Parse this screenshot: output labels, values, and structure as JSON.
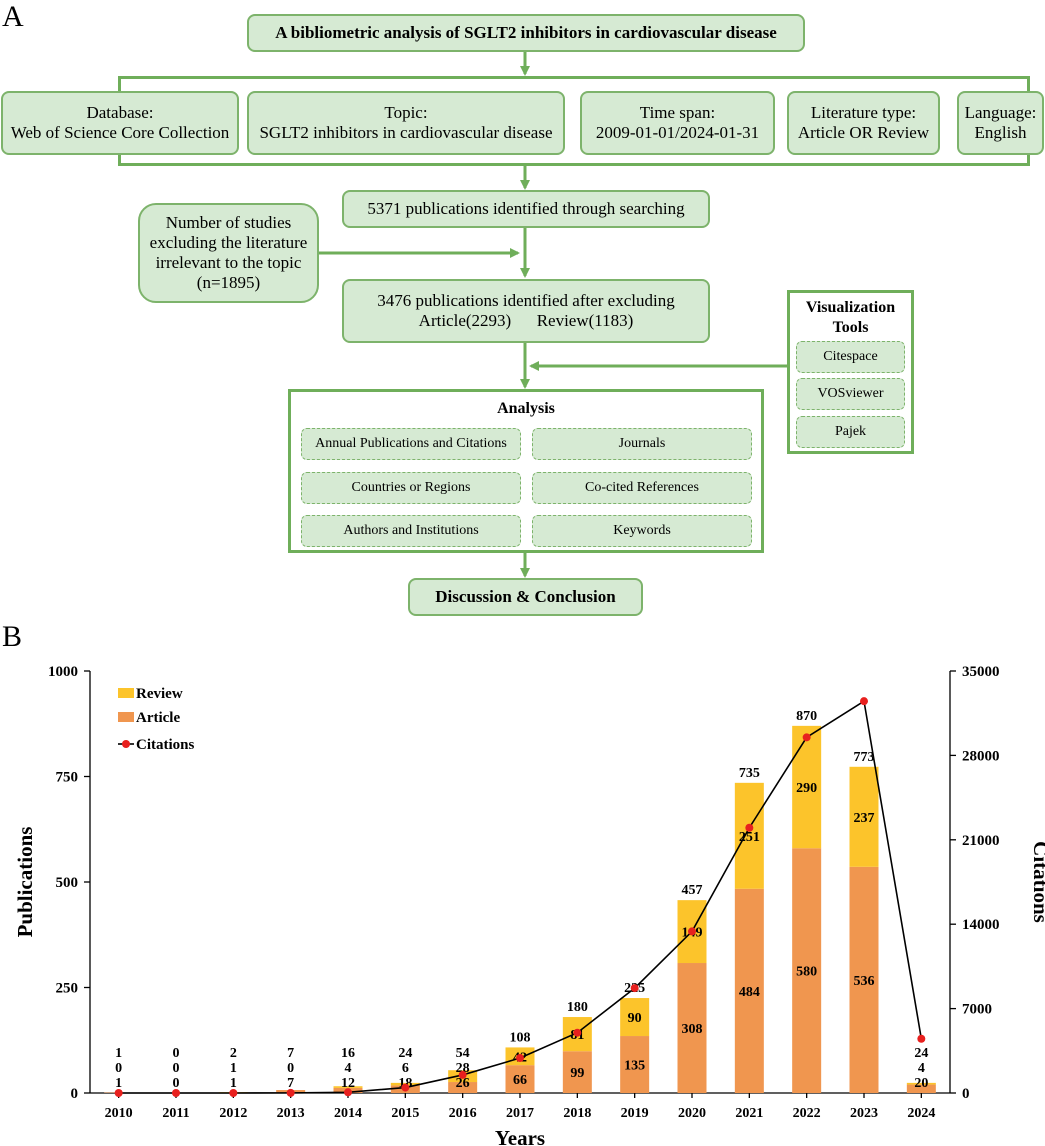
{
  "panel_a": {
    "letter": "A",
    "title": "A bibliometric analysis of  SGLT2 inhibitors in cardiovascular disease",
    "criteria": [
      {
        "line1": "Database:",
        "line2": "Web of Science Core Collection"
      },
      {
        "line1": "Topic:",
        "line2": "SGLT2 inhibitors in cardiovascular disease"
      },
      {
        "line1": "Time span:",
        "line2": "2009-01-01/2024-01-31"
      },
      {
        "line1": "Literature type:",
        "line2": "Article OR Review"
      },
      {
        "line1": "Language:",
        "line2": "English"
      }
    ],
    "identified": "5371 publications identified through searching",
    "excluded": {
      "line1": "Number of studies",
      "line2": "excluding the literature",
      "line3": "irrelevant to the topic",
      "line4": "(n=1895)"
    },
    "after_exclusion": {
      "line1": "3476 publications identified after excluding",
      "line2": "Article(2293)      Review(1183)"
    },
    "visualization": {
      "title1": "Visualization",
      "title2": "Tools",
      "tools": [
        "Citespace",
        "VOSviewer",
        "Pajek"
      ]
    },
    "analysis": {
      "title": "Analysis",
      "items": [
        "Annual Publications and Citations",
        "Journals",
        "Countries or Regions",
        "Co-cited References",
        "Authors and Institutions",
        "Keywords"
      ]
    },
    "conclusion": "Discussion & Conclusion"
  },
  "panel_b": {
    "letter": "B",
    "chart_data": {
      "type": "bar",
      "stacked": true,
      "categories": [
        "2010",
        "2011",
        "2012",
        "2013",
        "2014",
        "2015",
        "2016",
        "2017",
        "2018",
        "2019",
        "2020",
        "2021",
        "2022",
        "2023",
        "2024"
      ],
      "series": [
        {
          "name": "Article",
          "values": [
            1,
            0,
            1,
            7,
            12,
            18,
            26,
            66,
            99,
            135,
            308,
            484,
            580,
            536,
            20
          ],
          "color": "#f0964f"
        },
        {
          "name": "Review",
          "values": [
            0,
            0,
            1,
            0,
            4,
            6,
            28,
            42,
            81,
            90,
            149,
            251,
            290,
            237,
            4
          ],
          "color": "#fcc42b"
        }
      ],
      "totals": [
        1,
        0,
        2,
        7,
        16,
        24,
        54,
        108,
        180,
        225,
        457,
        735,
        870,
        773,
        24
      ],
      "citations": {
        "name": "Citations",
        "values": [
          0,
          0,
          0,
          10,
          60,
          450,
          1500,
          2900,
          5000,
          8700,
          13400,
          22000,
          29500,
          32500,
          4500
        ],
        "color": "#e8201e"
      },
      "xlabel": "Years",
      "ylabel": "Publications",
      "y2label": "Citations",
      "ylim": [
        0,
        1000
      ],
      "y2lim": [
        0,
        35000
      ],
      "yticks": [
        0,
        250,
        500,
        750,
        1000
      ],
      "y2ticks": [
        0,
        7000,
        14000,
        21000,
        28000,
        35000
      ],
      "legend": [
        "Review",
        "Article",
        "Citations"
      ],
      "legend_position": "top-left",
      "grid": false
    }
  }
}
